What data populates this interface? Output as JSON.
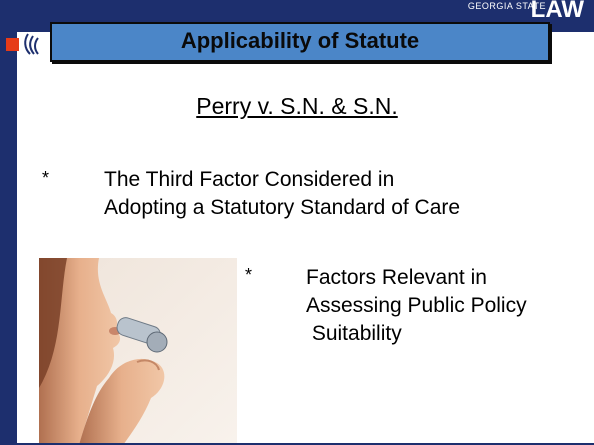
{
  "header": {
    "logo_text": "GEORGIA STATE",
    "logo_law": "LAW"
  },
  "slide": {
    "title": "Applicability of Statute",
    "subtitle": "Perry v. S.N. & S.N.",
    "bullet1": {
      "marker": "*",
      "line1": "The Third Factor Considered in",
      "line2": "Adopting a Statutory Standard of Care"
    },
    "bullet2": {
      "marker": "*",
      "line1": "Factors Relevant in",
      "line2": "Assessing Public Policy",
      "line3": " Suitability"
    }
  },
  "colors": {
    "navy": "#1d2f6e",
    "title_blue": "#4b86c8",
    "accent_red": "#e63b18"
  },
  "icons": {
    "photo": "person-blowing-whistle-photo",
    "logo": "gsu-flame-logo-icon"
  }
}
